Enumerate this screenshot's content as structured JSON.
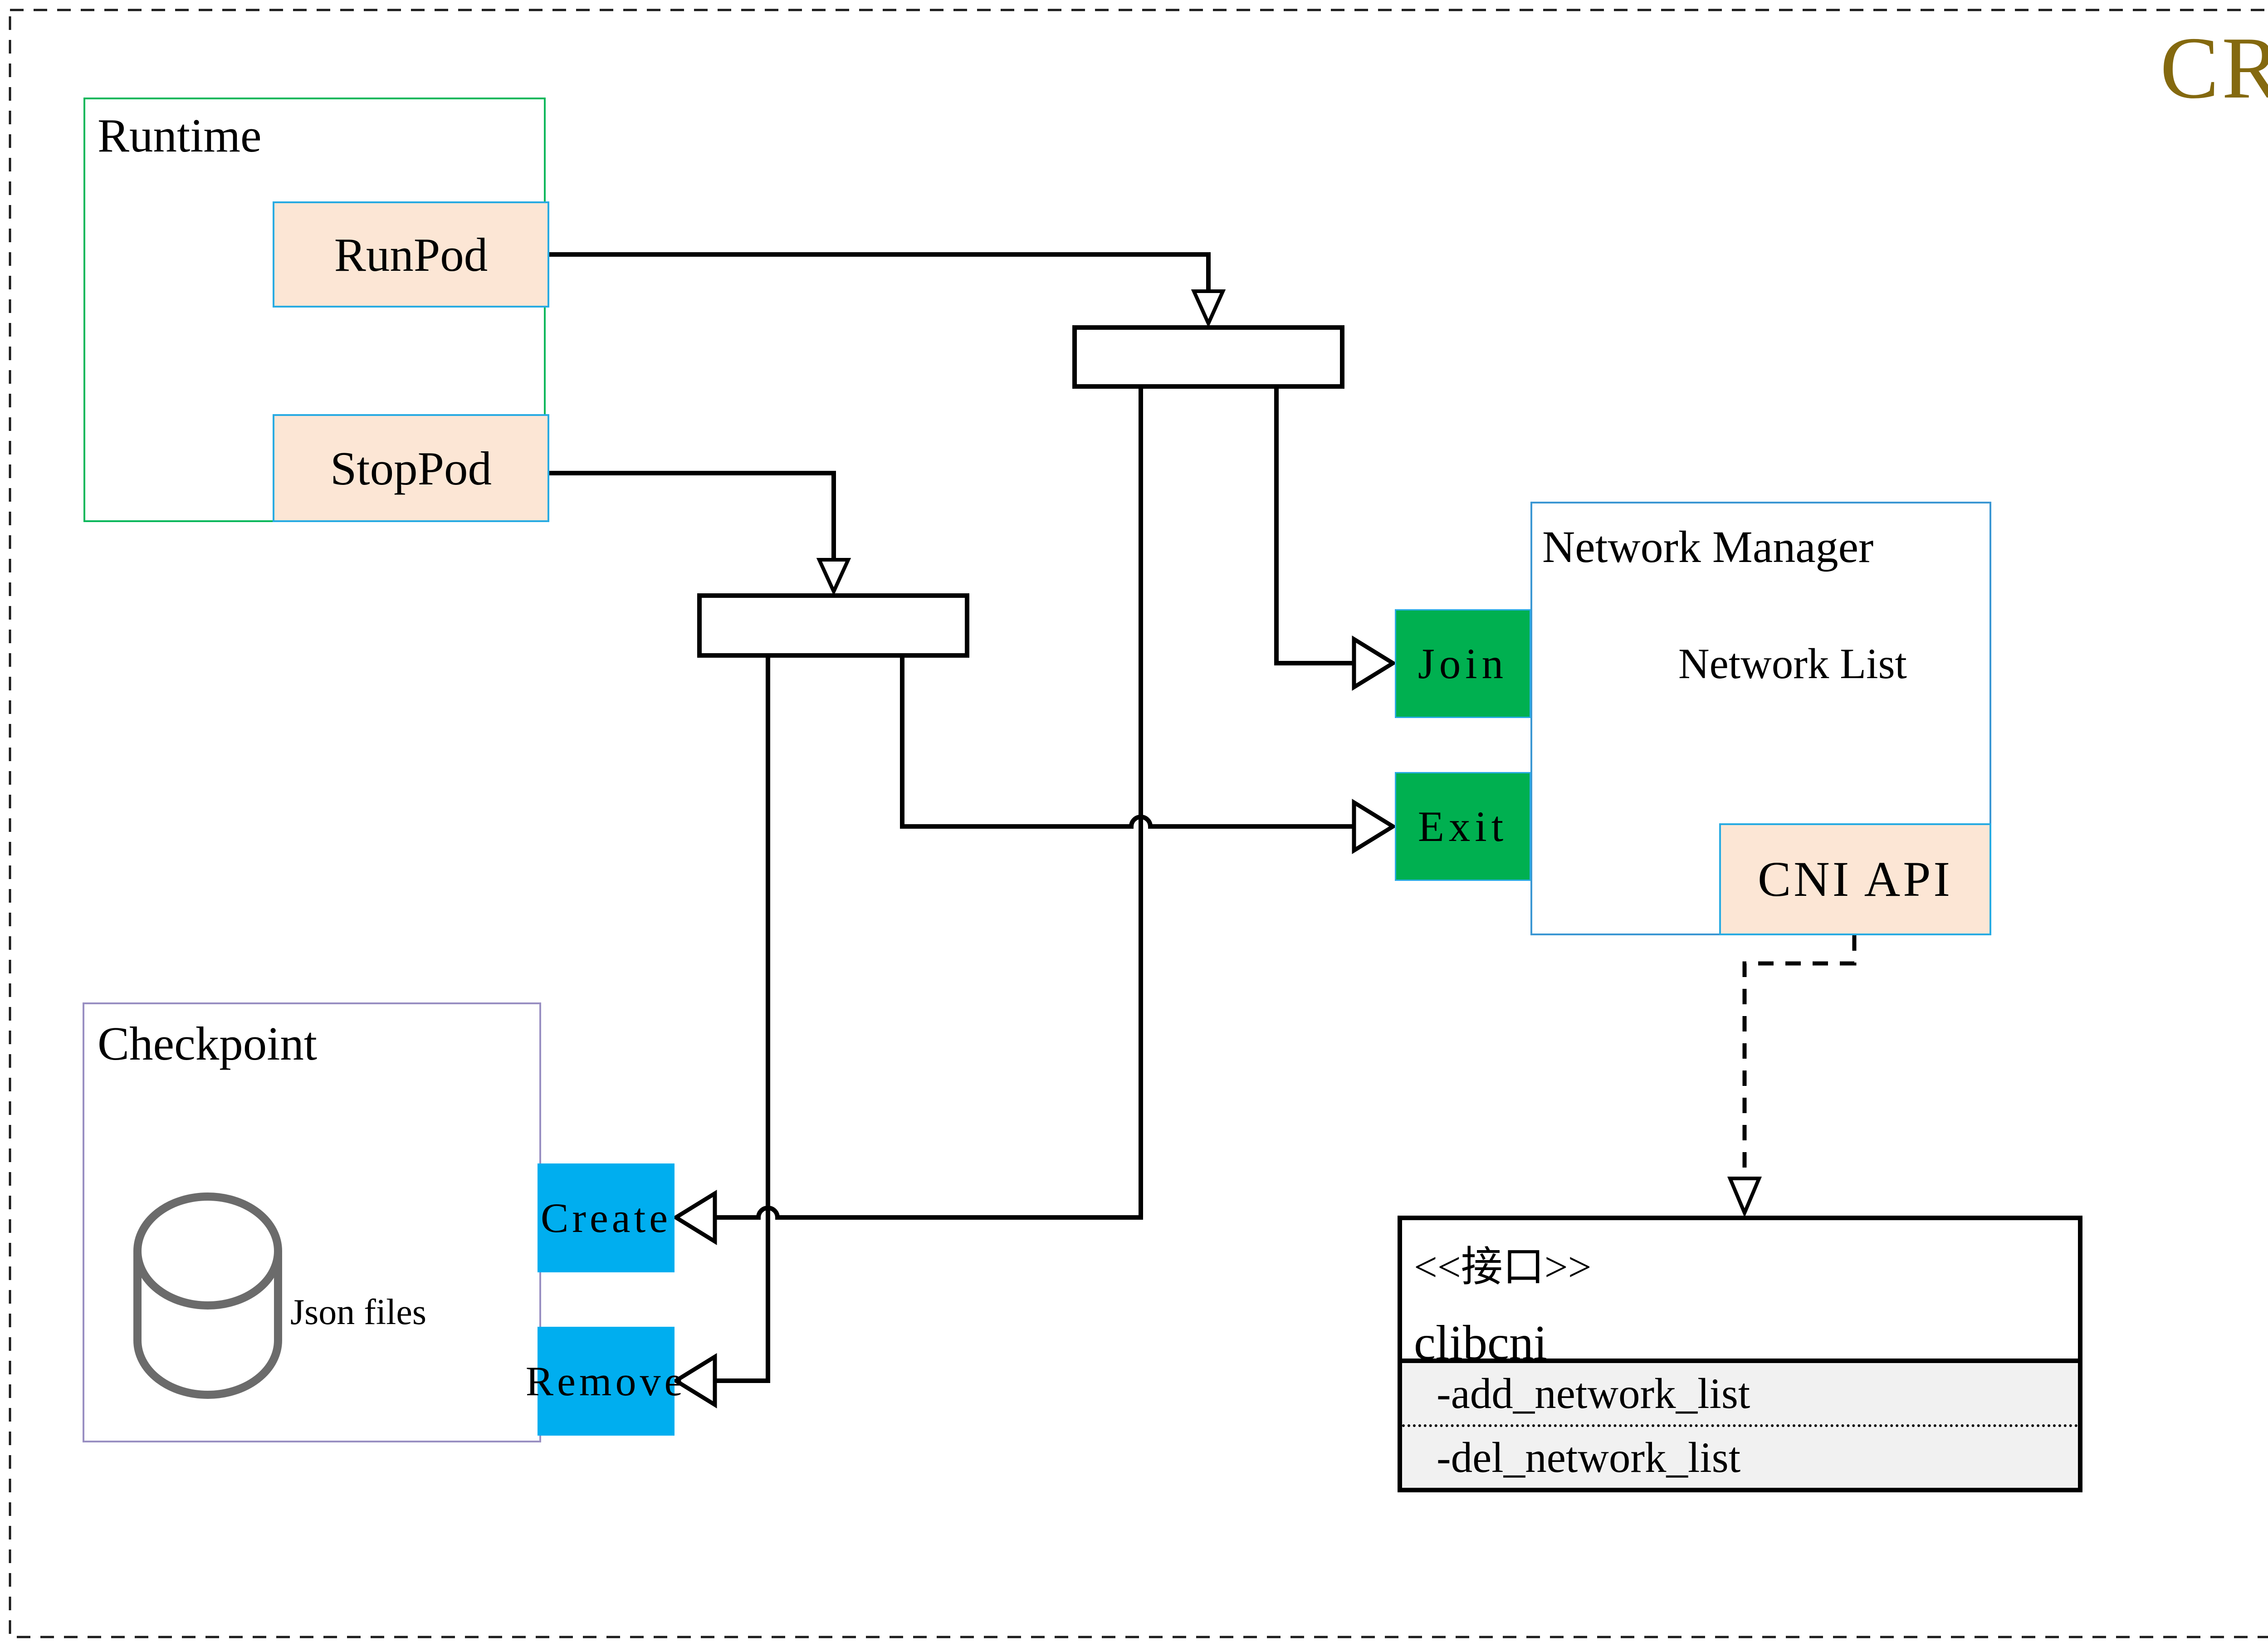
{
  "title": {
    "text": "CRI",
    "color": "#84690f"
  },
  "runtime": {
    "label": "Runtime",
    "runpod_label": "RunPod",
    "stoppod_label": "StopPod"
  },
  "checkpoint": {
    "label": "Checkpoint",
    "database_label": "Json files",
    "create_label": "Create",
    "remove_label": "Remove"
  },
  "network_manager": {
    "label": "Network Manager",
    "database_label": "Network List",
    "join_label": "Join",
    "exit_label": "Exit",
    "cni_api_label": "CNI API"
  },
  "clibcni": {
    "stereotype": "<<接口>>",
    "name": "clibcni",
    "methods": [
      "-add_network_list",
      "-del_network_list"
    ]
  },
  "colors": {
    "runtime_border": "#0cb85c",
    "peach_fill": "#fce6d5",
    "cyan_border": "#29abe2",
    "network_manager_border": "#3b97d3",
    "join_exit_fill": "#00b050",
    "create_remove_fill": "#00aeef",
    "checkpoint_border": "#998fc2",
    "clibcni_section_fill": "#f1f1f1",
    "title_color": "#84690f"
  }
}
